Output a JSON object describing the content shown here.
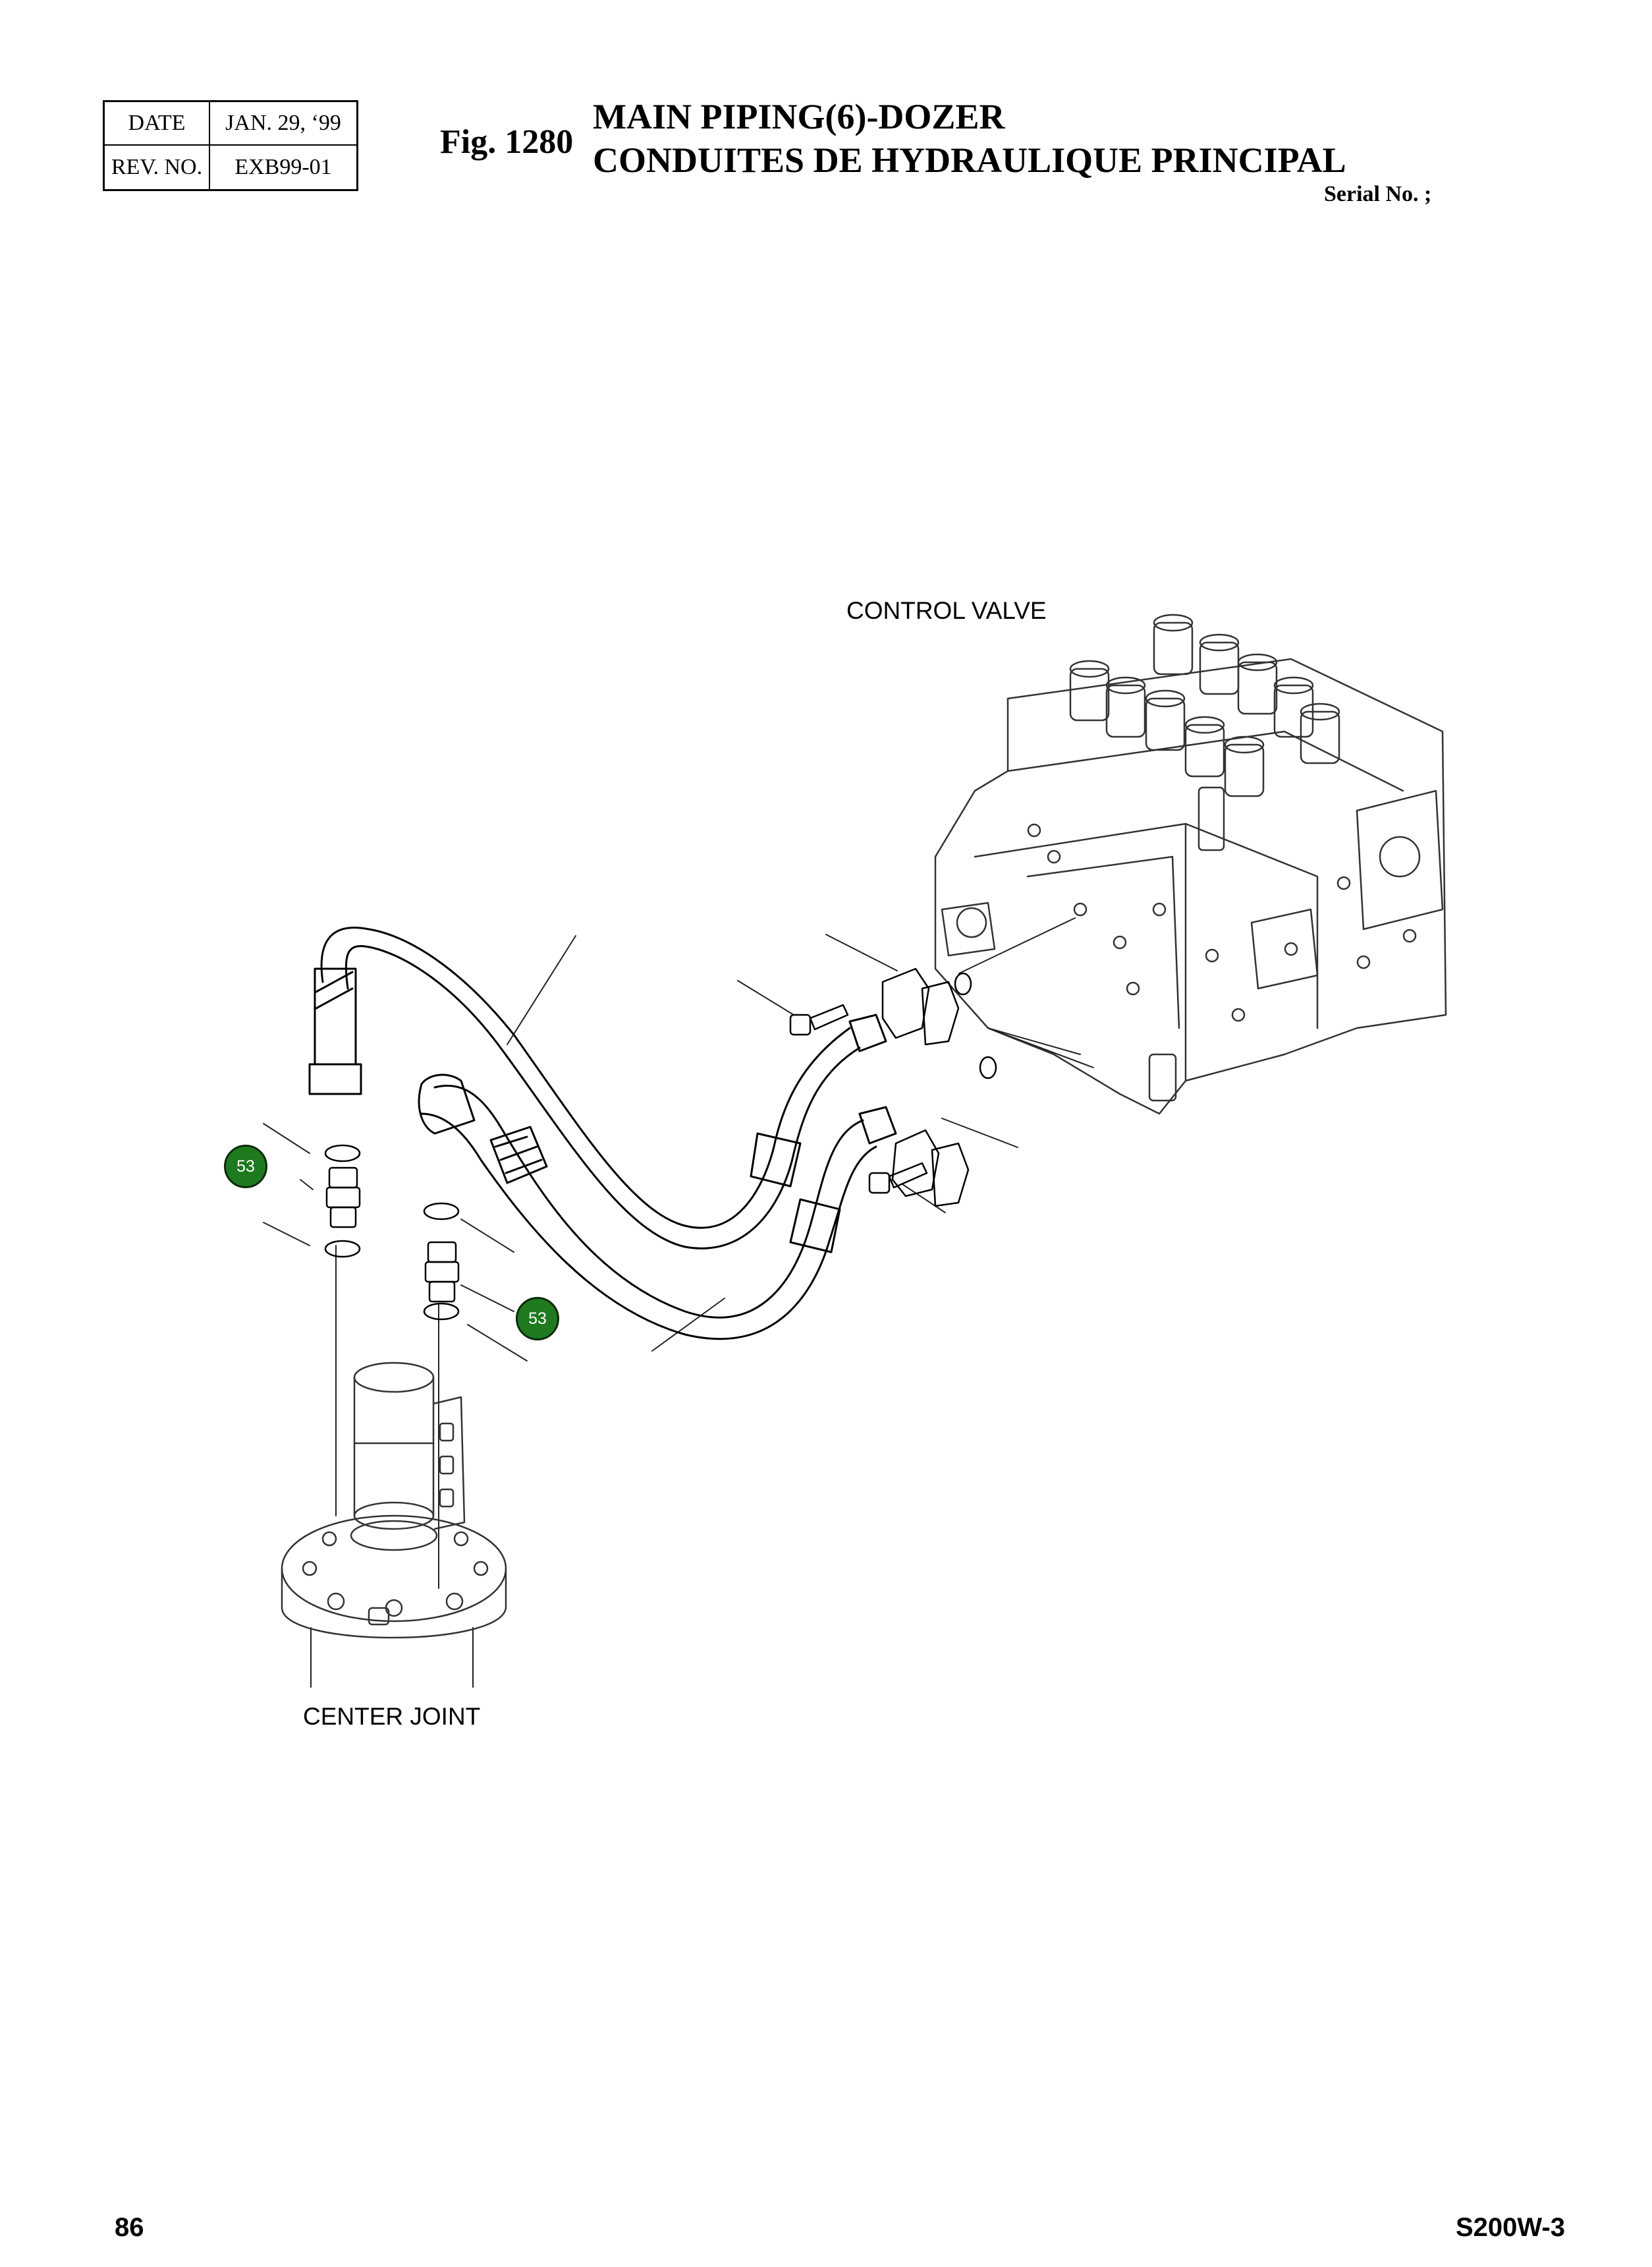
{
  "header": {
    "date_label": "DATE",
    "date_value": "JAN. 29, ‘99",
    "rev_label": "REV. NO.",
    "rev_value": "EXB99-01",
    "figure_number": "Fig. 1280",
    "title_en": "MAIN PIPING(6)-DOZER",
    "title_fr": "CONDUITES DE HYDRAULIQUE PRINCIPAL",
    "serial": "Serial No. ;"
  },
  "diagram": {
    "labels": {
      "control_valve": "CONTROL VALVE",
      "center_joint": "CENTER JOINT"
    },
    "callouts": [
      "53",
      "53"
    ],
    "callout_color": "#1f7a1f"
  },
  "footer": {
    "page_number": "86",
    "model": "S200W-3"
  }
}
